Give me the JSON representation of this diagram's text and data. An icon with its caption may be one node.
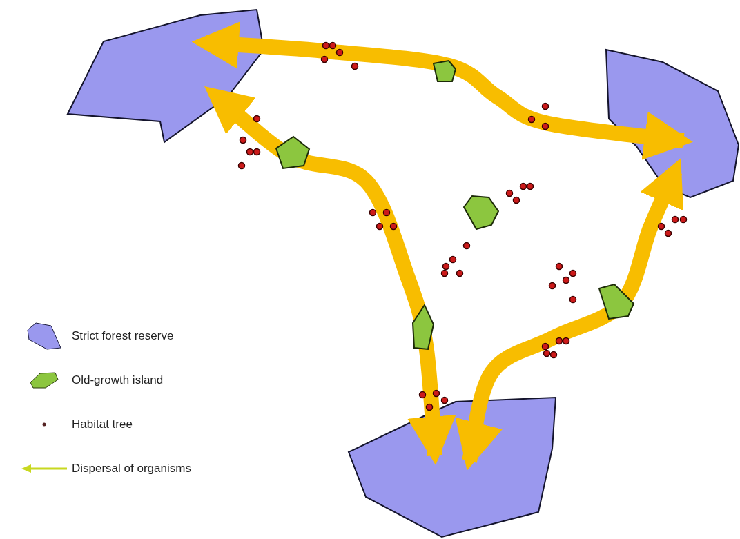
{
  "diagram": {
    "nodes": [
      {
        "text": [],
        "shape": "polygon"
      },
      {
        "text": [],
        "shape": "polygon"
      },
      {
        "text": [],
        "shape": "polygon"
      }
    ],
    "edges": [
      {
        "from": 0,
        "to": 1,
        "arrow": "both"
      },
      {
        "from": 0,
        "to": 2,
        "arrow": "both"
      },
      {
        "from": 1,
        "to": 2,
        "arrow": "both"
      }
    ],
    "legend": [
      {
        "text": "Strict forest reserve",
        "color": "#9a98ee"
      },
      {
        "text": "Old-growth island",
        "color": "#8cc63f"
      },
      {
        "text": "Habitat tree"
      },
      {
        "text": "Dispersal of organisms"
      }
    ]
  }
}
